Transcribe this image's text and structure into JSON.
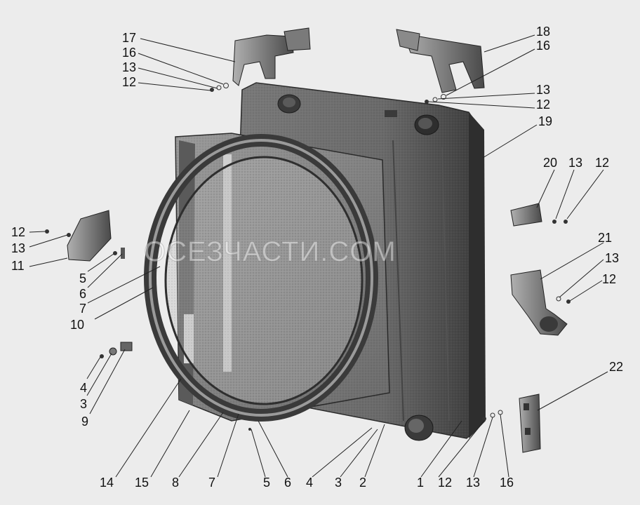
{
  "watermark": "ОСЕЗЧАСТИ.COM",
  "colors": {
    "background": "#ececec",
    "radiator": "#6e6e6e",
    "shroud": "#8c8c8c",
    "ink": "#111111"
  },
  "callouts": [
    {
      "id": "c17a",
      "text": "17"
    },
    {
      "id": "c16a",
      "text": "16"
    },
    {
      "id": "c13a",
      "text": "13"
    },
    {
      "id": "c12a",
      "text": "12"
    },
    {
      "id": "c18",
      "text": "18"
    },
    {
      "id": "c16b",
      "text": "16"
    },
    {
      "id": "c13b",
      "text": "13"
    },
    {
      "id": "c12b",
      "text": "12"
    },
    {
      "id": "c19",
      "text": "19"
    },
    {
      "id": "c20",
      "text": "20"
    },
    {
      "id": "c13c",
      "text": "13"
    },
    {
      "id": "c12c",
      "text": "12"
    },
    {
      "id": "c21",
      "text": "21"
    },
    {
      "id": "c13d",
      "text": "13"
    },
    {
      "id": "c12d",
      "text": "12"
    },
    {
      "id": "c22",
      "text": "22"
    },
    {
      "id": "c12e",
      "text": "12"
    },
    {
      "id": "c13e",
      "text": "13"
    },
    {
      "id": "c11",
      "text": "11"
    },
    {
      "id": "c5a",
      "text": "5"
    },
    {
      "id": "c6a",
      "text": "6"
    },
    {
      "id": "c7a",
      "text": "7"
    },
    {
      "id": "c10",
      "text": "10"
    },
    {
      "id": "c4a",
      "text": "4"
    },
    {
      "id": "c3a",
      "text": "3"
    },
    {
      "id": "c9",
      "text": "9"
    },
    {
      "id": "c14",
      "text": "14"
    },
    {
      "id": "c15",
      "text": "15"
    },
    {
      "id": "c8",
      "text": "8"
    },
    {
      "id": "c7b",
      "text": "7"
    },
    {
      "id": "c5b",
      "text": "5"
    },
    {
      "id": "c6b",
      "text": "6"
    },
    {
      "id": "c4b",
      "text": "4"
    },
    {
      "id": "c3b",
      "text": "3"
    },
    {
      "id": "c2",
      "text": "2"
    },
    {
      "id": "c1",
      "text": "1"
    },
    {
      "id": "c12f",
      "text": "12"
    },
    {
      "id": "c13f",
      "text": "13"
    },
    {
      "id": "c16c",
      "text": "16"
    }
  ]
}
